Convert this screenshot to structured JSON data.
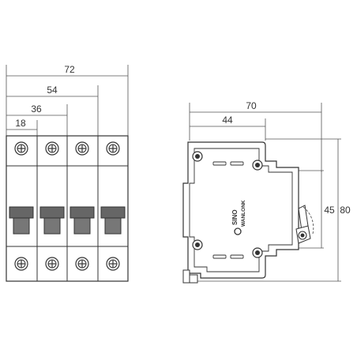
{
  "front_view": {
    "dimensions": [
      "72",
      "54",
      "36",
      "18"
    ]
  },
  "side_view": {
    "dimensions": {
      "width_total": "70",
      "width_inner": "44",
      "height_inner": "45",
      "height_total": "80"
    },
    "logo": {
      "brand_line1": "SINO",
      "brand_line2": "WANLONK"
    }
  },
  "colors": {
    "line": "#333333",
    "handle": "#666666",
    "background": "#ffffff"
  }
}
